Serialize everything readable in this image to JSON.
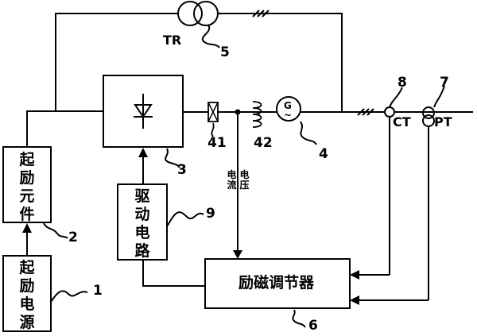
{
  "diagram": {
    "transformer_label": "TR",
    "transformer_number": "5",
    "rectifier_number": "3",
    "reactor_number": "41",
    "inductor_number": "42",
    "generator_symbol": "G",
    "generator_wave": "~",
    "generator_number": "4",
    "ct_label": "CT",
    "ct_number": "8",
    "pt_label": "PT",
    "pt_number": "7",
    "startup_element_label": "起励元件",
    "startup_element_number": "2",
    "startup_power_label": "起励电源",
    "startup_power_number": "1",
    "drive_circuit_label": "驱动电路",
    "drive_circuit_number": "9",
    "regulator_label": "励磁调节器",
    "regulator_number": "6",
    "current_label": "电流",
    "voltage_label": "电压"
  }
}
